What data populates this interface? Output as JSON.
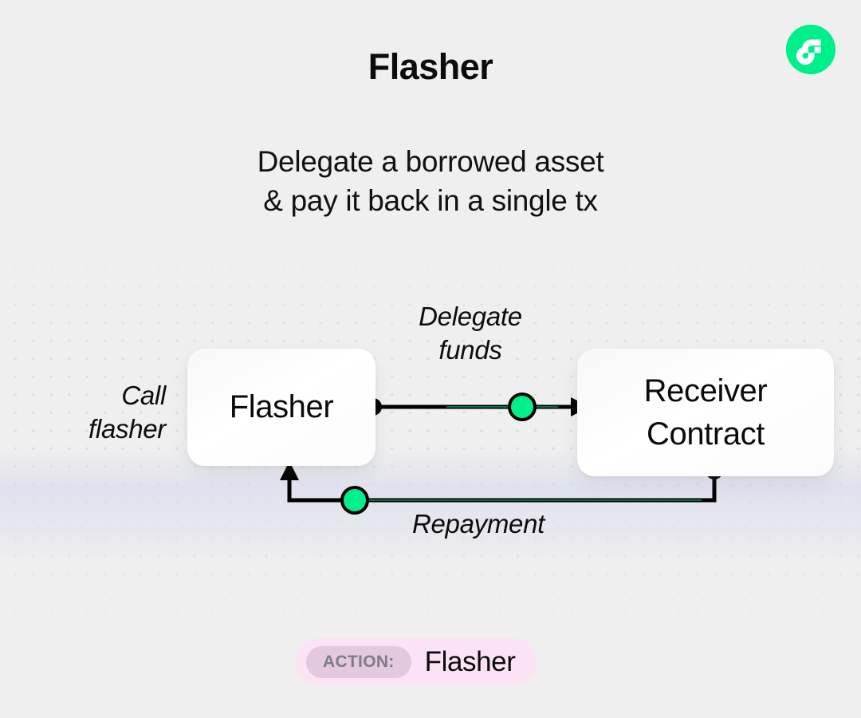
{
  "header": {
    "title": "Flasher",
    "logo_icon": "flow-logo-icon",
    "logo_color": "#00ef8b"
  },
  "subtitle": {
    "line1": "Delegate a borrowed asset",
    "line2": "& pay it back in a single tx"
  },
  "diagram": {
    "nodes": [
      {
        "id": "flasher",
        "label": "Flasher"
      },
      {
        "id": "receiver",
        "label_line1": "Receiver",
        "label_line2": "Contract"
      }
    ],
    "labels": {
      "call_line1": "Call",
      "call_line2": "flasher",
      "delegate_line1": "Delegate",
      "delegate_line2": "funds",
      "repayment": "Repayment"
    },
    "colors": {
      "accent_green": "#00ef8b",
      "edge": "#000000",
      "node_surface": "#ffffff",
      "background": "#efefef"
    }
  },
  "action_badge": {
    "tag": "ACTION:",
    "value": "Flasher",
    "background": "#fbe3f5",
    "tag_background": "#e4c8dd"
  }
}
